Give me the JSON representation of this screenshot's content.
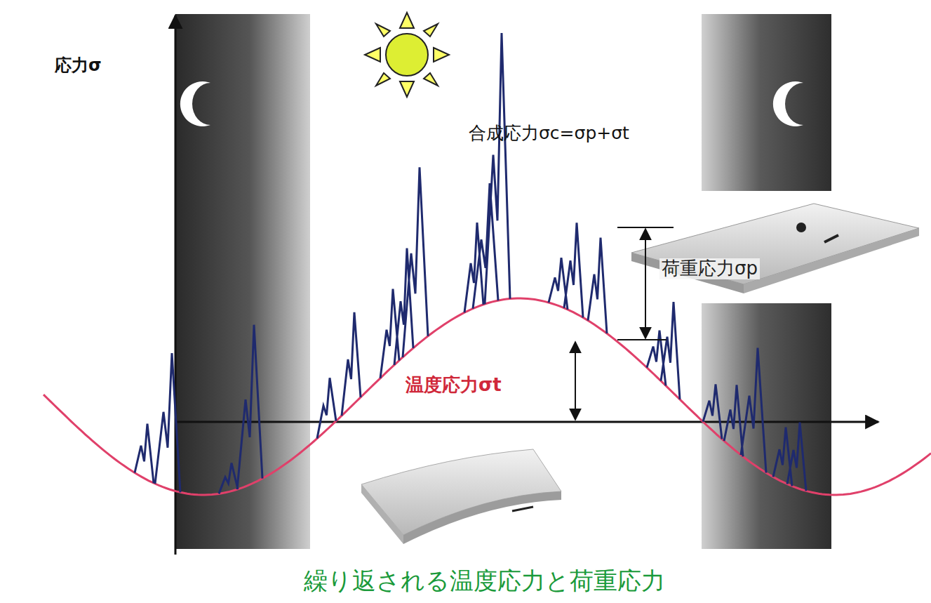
{
  "diagram": {
    "caption": "繰り返される温度応力と荷重応力",
    "labels": [
      "応力σ",
      "合成応力σc=σp+σt",
      "荷重応力σp",
      "温度応力σt"
    ]
  }
}
